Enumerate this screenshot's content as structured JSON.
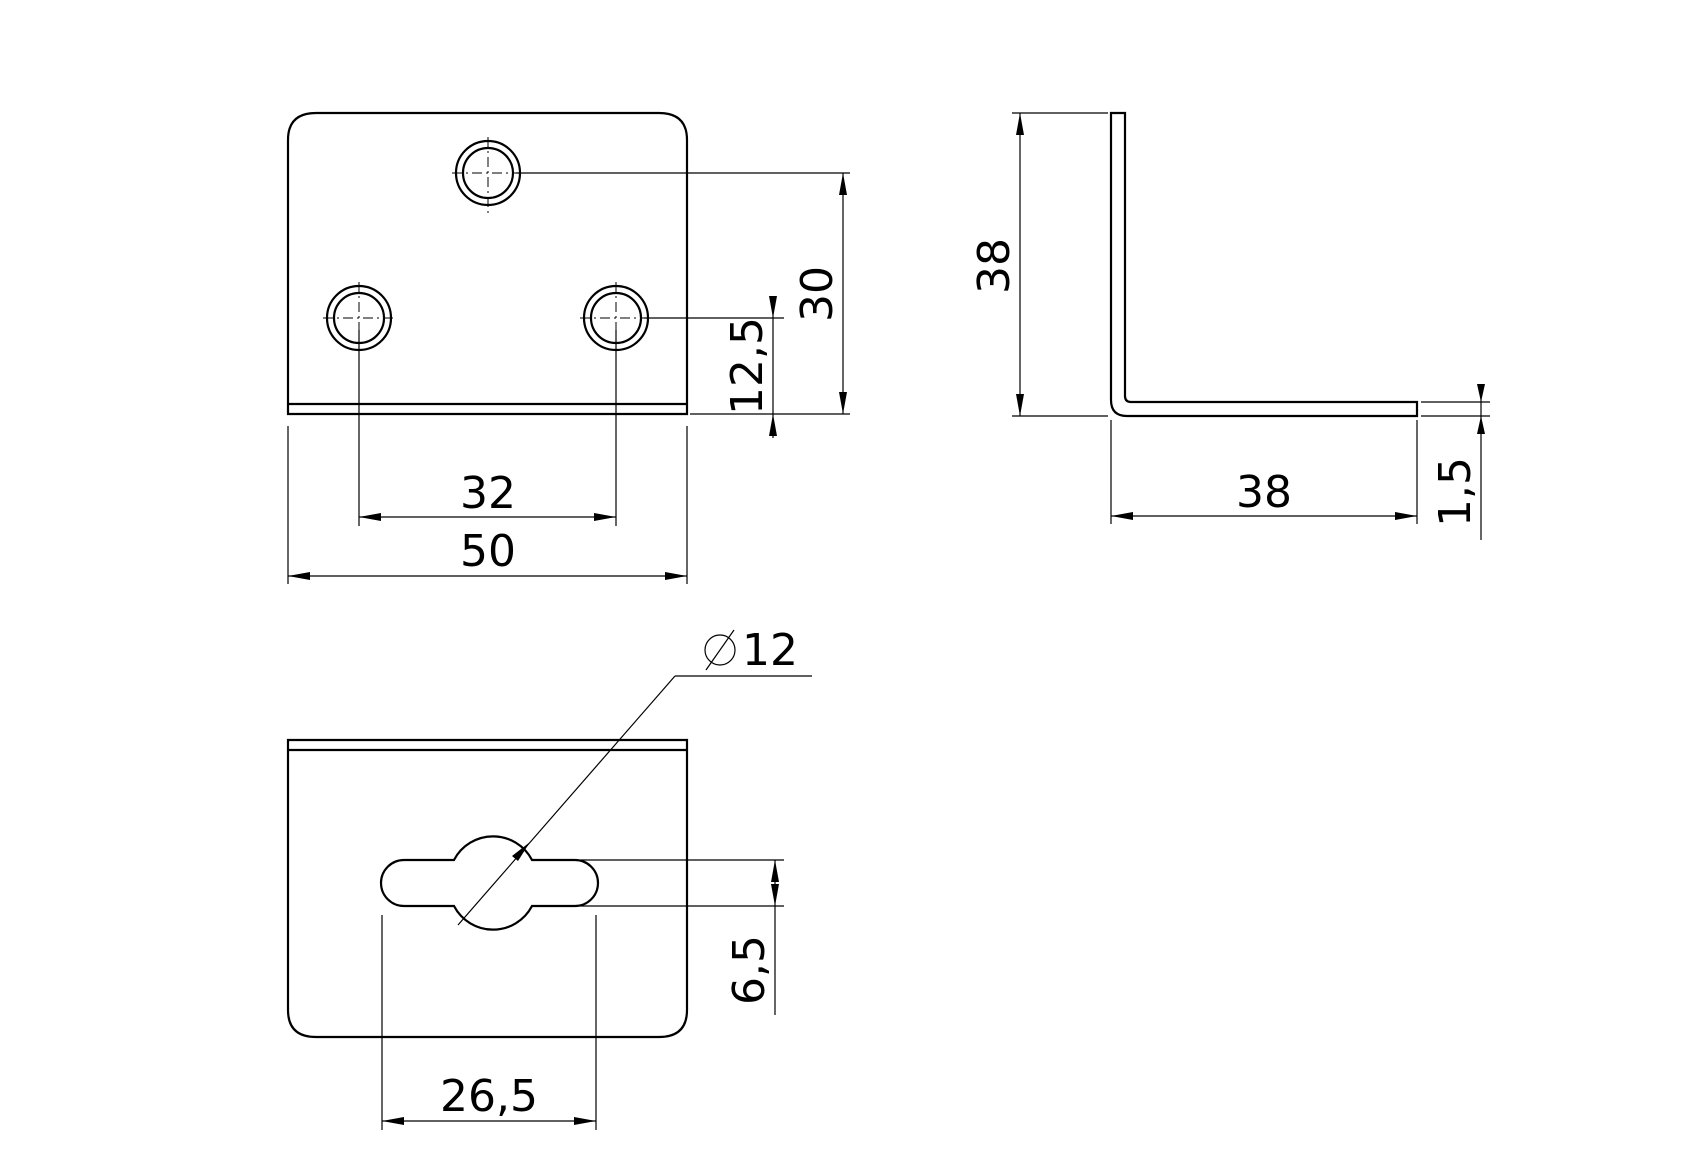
{
  "dimensions": {
    "top_hole_pitch": "32",
    "top_width": "50",
    "top_hole_height": "30",
    "top_hole_offset": "12,5",
    "side_height": "38",
    "side_length": "38",
    "side_thickness": "1,5",
    "slot_diameter_symbol": "∅",
    "slot_diameter": "12",
    "slot_width": "6,5",
    "slot_length": "26,5"
  },
  "colors": {
    "line": "#000000",
    "background": "#ffffff"
  }
}
